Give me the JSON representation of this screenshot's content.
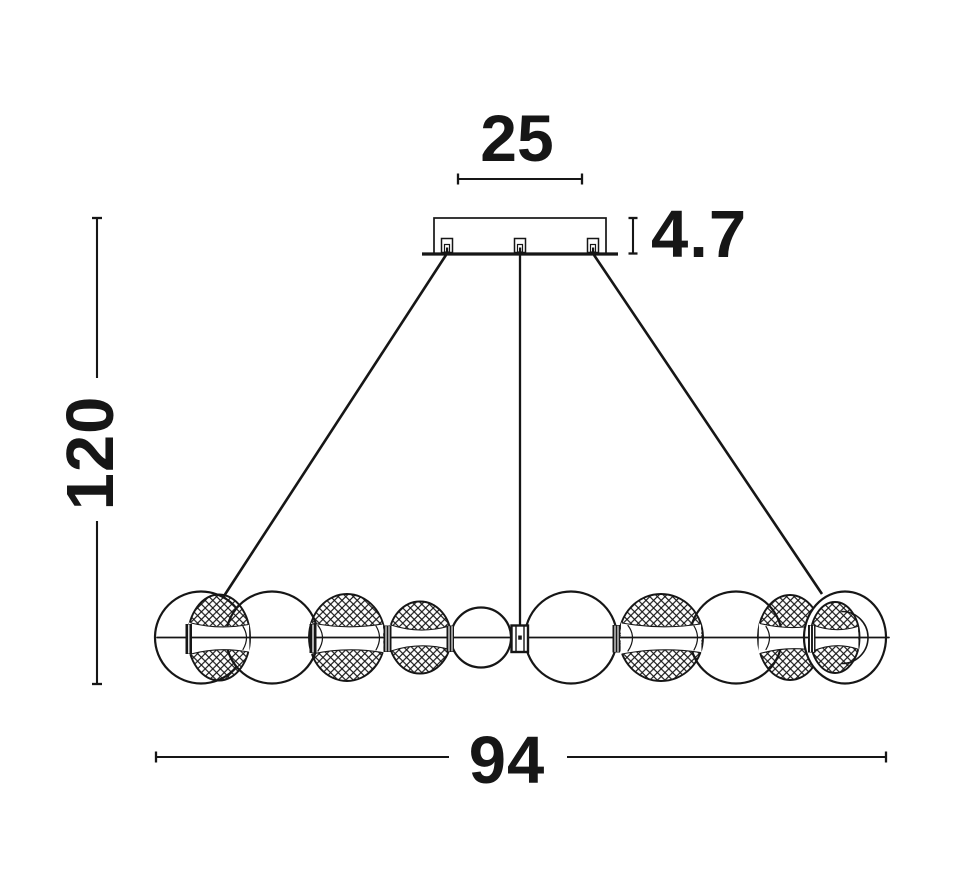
{
  "drawing": {
    "type": "pendant-lamp-technical-drawing",
    "dimensions": {
      "canopy_width": {
        "value": "25"
      },
      "canopy_height": {
        "value": "4.7"
      },
      "overall_height": {
        "value": "120"
      },
      "fixture_width": {
        "value": "94"
      }
    },
    "colors": {
      "line": "#161616",
      "background": "#ffffff"
    }
  }
}
